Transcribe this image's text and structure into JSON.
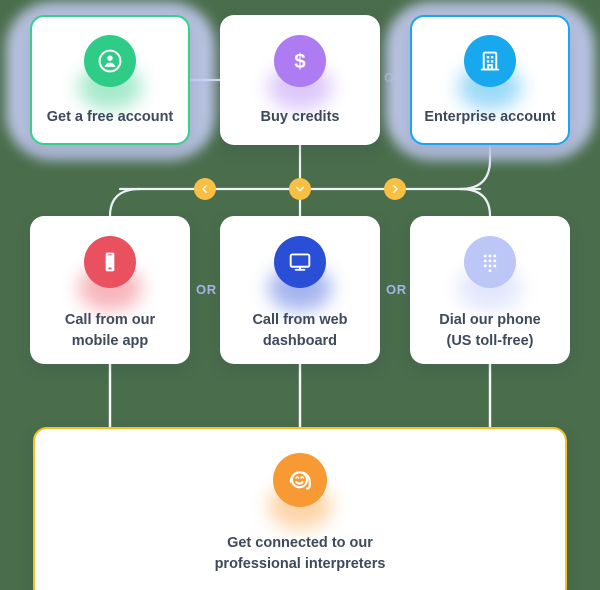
{
  "theme": {
    "background": "#4a6e4c",
    "card_bg": "#ffffff",
    "text": "#3e4a5c",
    "halo": "#c7cdf5",
    "step_badge": "#f7bf43",
    "or_color": "#aab6e8",
    "accents": {
      "green": "#2ecc87",
      "purple": "#ad7cf2",
      "cyan": "#17a8ee",
      "red": "#ea5160",
      "blue": "#2a4ed6",
      "periwinkle": "#bcc6f7",
      "orange": "#f79a33",
      "amber_border": "#f5c126"
    }
  },
  "flow": {
    "top_row": [
      {
        "id": "get-free-account",
        "label": "Get a free account",
        "icon": "user-account-icon",
        "icon_color": "green",
        "border": "green",
        "highlighted": true
      },
      {
        "id": "buy-credits",
        "label": "Buy credits",
        "icon": "dollar-icon",
        "icon_color": "purple",
        "border": "none",
        "highlighted": false
      },
      {
        "id": "enterprise-account",
        "label": "Enterprise account",
        "icon": "building-icon",
        "icon_color": "cyan",
        "border": "blue",
        "highlighted": true
      }
    ],
    "middle_row": [
      {
        "id": "mobile-app",
        "label": "Call from our\nmobile app",
        "icon": "mobile-phone-icon",
        "icon_color": "red"
      },
      {
        "id": "web-dashboard",
        "label": "Call from web\ndashboard",
        "icon": "desktop-monitor-icon",
        "icon_color": "blue"
      },
      {
        "id": "dial-phone",
        "label": "Dial our phone\n(US toll-free)",
        "icon": "dialpad-icon",
        "icon_color": "periwinkle"
      }
    ],
    "bottom": {
      "id": "get-connected",
      "label": "Get connected to our\nprofessional interpreters",
      "icon": "headset-smiley-icon",
      "icon_color": "orange",
      "border": "amber"
    },
    "or_labels": {
      "top_right": "OR",
      "mid_left": "OR",
      "mid_right": "OR"
    },
    "step_badges": [
      {
        "id": "step-left",
        "icon": "chevron-left-icon"
      },
      {
        "id": "step-down",
        "icon": "chevron-down-icon"
      },
      {
        "id": "step-right",
        "icon": "chevron-right-icon"
      }
    ]
  }
}
